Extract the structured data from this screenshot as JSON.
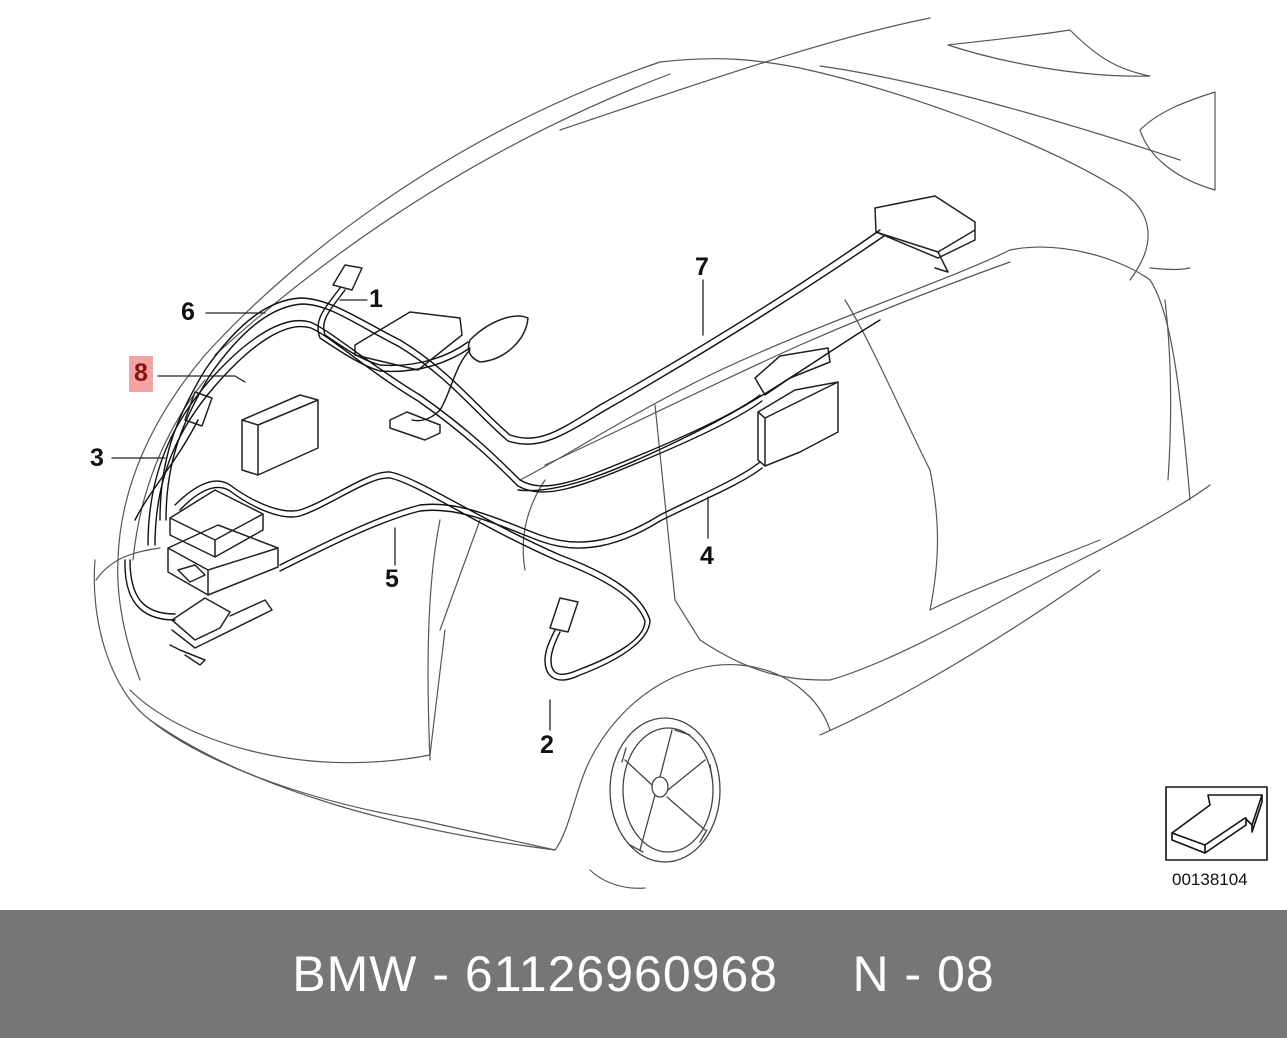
{
  "diagram": {
    "callouts": [
      {
        "id": "1",
        "label": "1",
        "highlighted": false
      },
      {
        "id": "2",
        "label": "2",
        "highlighted": false
      },
      {
        "id": "3",
        "label": "3",
        "highlighted": false
      },
      {
        "id": "4",
        "label": "4",
        "highlighted": false
      },
      {
        "id": "5",
        "label": "5",
        "highlighted": false
      },
      {
        "id": "6",
        "label": "6",
        "highlighted": false
      },
      {
        "id": "7",
        "label": "7",
        "highlighted": false
      },
      {
        "id": "8",
        "label": "8",
        "highlighted": true
      }
    ],
    "reference_code": "00138104",
    "highlight_color": "#f2a3a3",
    "icons": [
      "arrow-nav-icon",
      "wheel-icon"
    ]
  },
  "footer": {
    "text": "BMW - 61126960968     N - 08",
    "background": "#767676"
  }
}
